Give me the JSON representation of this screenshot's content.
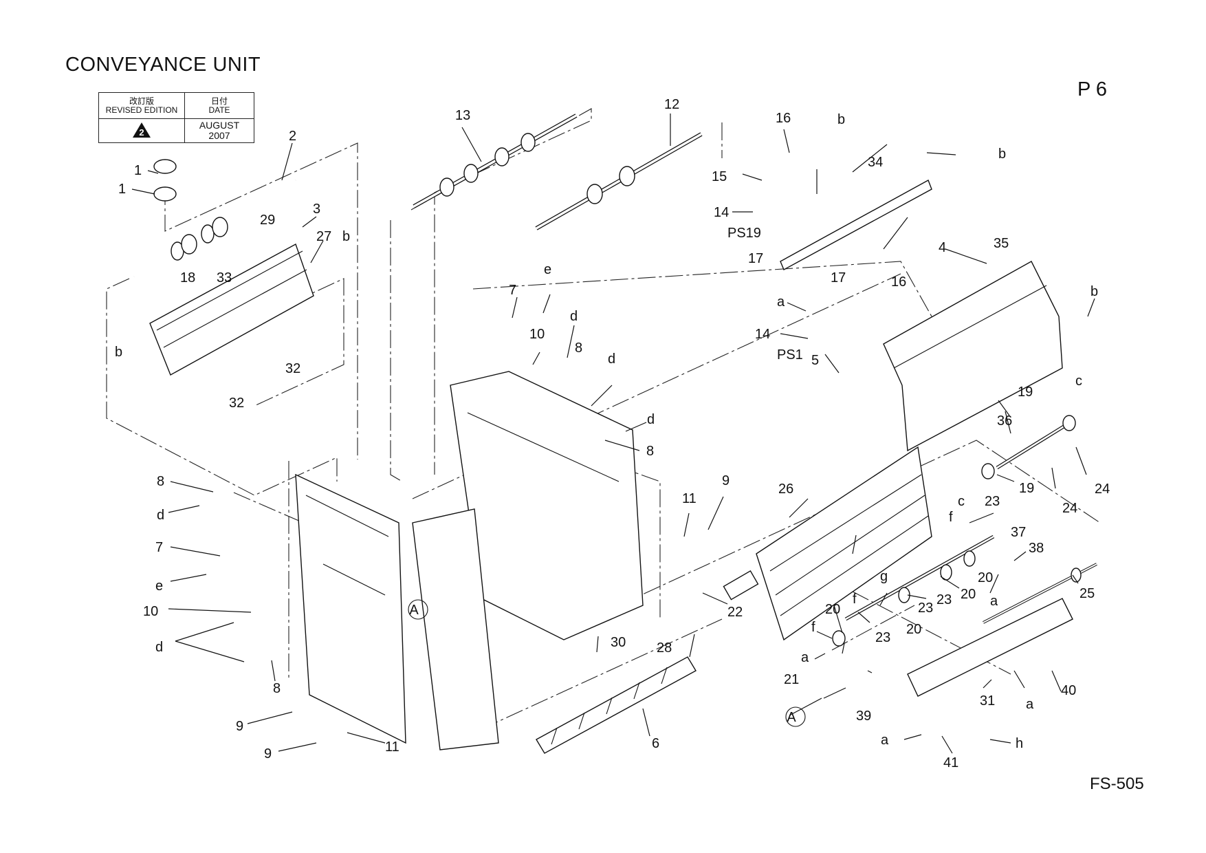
{
  "header": {
    "title": "CONVEYANCE UNIT",
    "page_number": "P 6",
    "model": "FS-505"
  },
  "revision_table": {
    "col1_header_jp": "改訂版",
    "col1_header_en": "REVISED EDITION",
    "col2_header_jp": "日付",
    "col2_header_en": "DATE",
    "revision_mark": "2",
    "date_line1": "AUGUST",
    "date_line2": "2007"
  },
  "callouts": [
    {
      "label": "1"
    },
    {
      "label": "1"
    },
    {
      "label": "2"
    },
    {
      "label": "3"
    },
    {
      "label": "27"
    },
    {
      "label": "b"
    },
    {
      "label": "29"
    },
    {
      "label": "18"
    },
    {
      "label": "33"
    },
    {
      "label": "b"
    },
    {
      "label": "32"
    },
    {
      "label": "32"
    },
    {
      "label": "13"
    },
    {
      "label": "12"
    },
    {
      "label": "16"
    },
    {
      "label": "b"
    },
    {
      "label": "b"
    },
    {
      "label": "15"
    },
    {
      "label": "34"
    },
    {
      "label": "14"
    },
    {
      "label": "PS19"
    },
    {
      "label": "17"
    },
    {
      "label": "4"
    },
    {
      "label": "35"
    },
    {
      "label": "b"
    },
    {
      "label": "17"
    },
    {
      "label": "16"
    },
    {
      "label": "a"
    },
    {
      "label": "14"
    },
    {
      "label": "PS1"
    },
    {
      "label": "5"
    },
    {
      "label": "7"
    },
    {
      "label": "e"
    },
    {
      "label": "10"
    },
    {
      "label": "d"
    },
    {
      "label": "8"
    },
    {
      "label": "d"
    },
    {
      "label": "d"
    },
    {
      "label": "8"
    },
    {
      "label": "8"
    },
    {
      "label": "d"
    },
    {
      "label": "7"
    },
    {
      "label": "e"
    },
    {
      "label": "10"
    },
    {
      "label": "d"
    },
    {
      "label": "8"
    },
    {
      "label": "9"
    },
    {
      "label": "9"
    },
    {
      "label": "11"
    },
    {
      "label": "A"
    },
    {
      "label": "11"
    },
    {
      "label": "9"
    },
    {
      "label": "30"
    },
    {
      "label": "28"
    },
    {
      "label": "6"
    },
    {
      "label": "26"
    },
    {
      "label": "22"
    },
    {
      "label": "c"
    },
    {
      "label": "19"
    },
    {
      "label": "36"
    },
    {
      "label": "24"
    },
    {
      "label": "24"
    },
    {
      "label": "19"
    },
    {
      "label": "c"
    },
    {
      "label": "f"
    },
    {
      "label": "23"
    },
    {
      "label": "37"
    },
    {
      "label": "38"
    },
    {
      "label": "20"
    },
    {
      "label": "20"
    },
    {
      "label": "23"
    },
    {
      "label": "25"
    },
    {
      "label": "g"
    },
    {
      "label": "a"
    },
    {
      "label": "f"
    },
    {
      "label": "20"
    },
    {
      "label": "23"
    },
    {
      "label": "20"
    },
    {
      "label": "f"
    },
    {
      "label": "23"
    },
    {
      "label": "a"
    },
    {
      "label": "21"
    },
    {
      "label": "A"
    },
    {
      "label": "39"
    },
    {
      "label": "31"
    },
    {
      "label": "a"
    },
    {
      "label": "40"
    },
    {
      "label": "a"
    },
    {
      "label": "h"
    },
    {
      "label": "41"
    }
  ]
}
